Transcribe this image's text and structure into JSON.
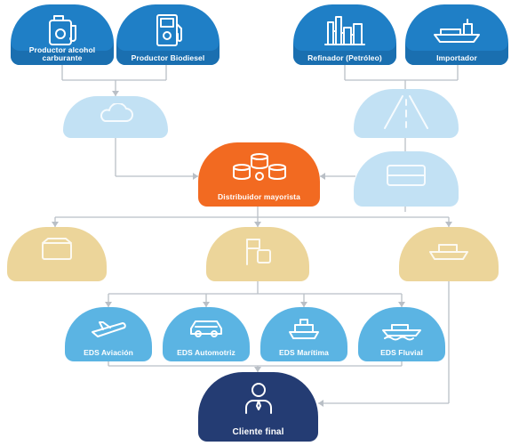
{
  "nodes": {
    "productor_alcohol": {
      "label": "Productor alcohol carburante",
      "icon": "fuel-can-icon"
    },
    "productor_biodiesel": {
      "label": "Productor Biodiesel",
      "icon": "fuel-pump-icon"
    },
    "refinador": {
      "label": "Refinador (Petróleo)",
      "icon": "refinery-icon"
    },
    "importador": {
      "label": "Importador",
      "icon": "tanker-ship-icon"
    },
    "faded_left": {
      "label": "",
      "icon": "cloud-icon"
    },
    "faded_right_1": {
      "label": "",
      "icon": "road-icon"
    },
    "faded_right_2": {
      "label": "",
      "icon": "storage-icon"
    },
    "distribuidor": {
      "label": "Distribuidor mayorista",
      "icon": "barrels-icon"
    },
    "tan_left": {
      "label": "",
      "icon": "box-icon"
    },
    "tan_center": {
      "label": "",
      "icon": "flags-icon"
    },
    "tan_right": {
      "label": "",
      "icon": "ship-icon"
    },
    "eds_aviacion": {
      "label": "EDS Aviación",
      "icon": "airplane-icon"
    },
    "eds_automotriz": {
      "label": "EDS Automotriz",
      "icon": "car-icon"
    },
    "eds_maritima": {
      "label": "EDS Marítima",
      "icon": "boat-icon"
    },
    "eds_fluvial": {
      "label": "EDS Fluvial",
      "icon": "river-boat-icon"
    },
    "cliente_final": {
      "label": "Cliente final",
      "icon": "person-icon"
    }
  },
  "colors": {
    "primary_blue": "#1f7fc6",
    "faded_blue": "#c2e1f4",
    "orange": "#f26a21",
    "tan": "#ecd59a",
    "light_blue": "#5bb4e3",
    "navy": "#243c73",
    "connector": "#b9bfc6"
  }
}
